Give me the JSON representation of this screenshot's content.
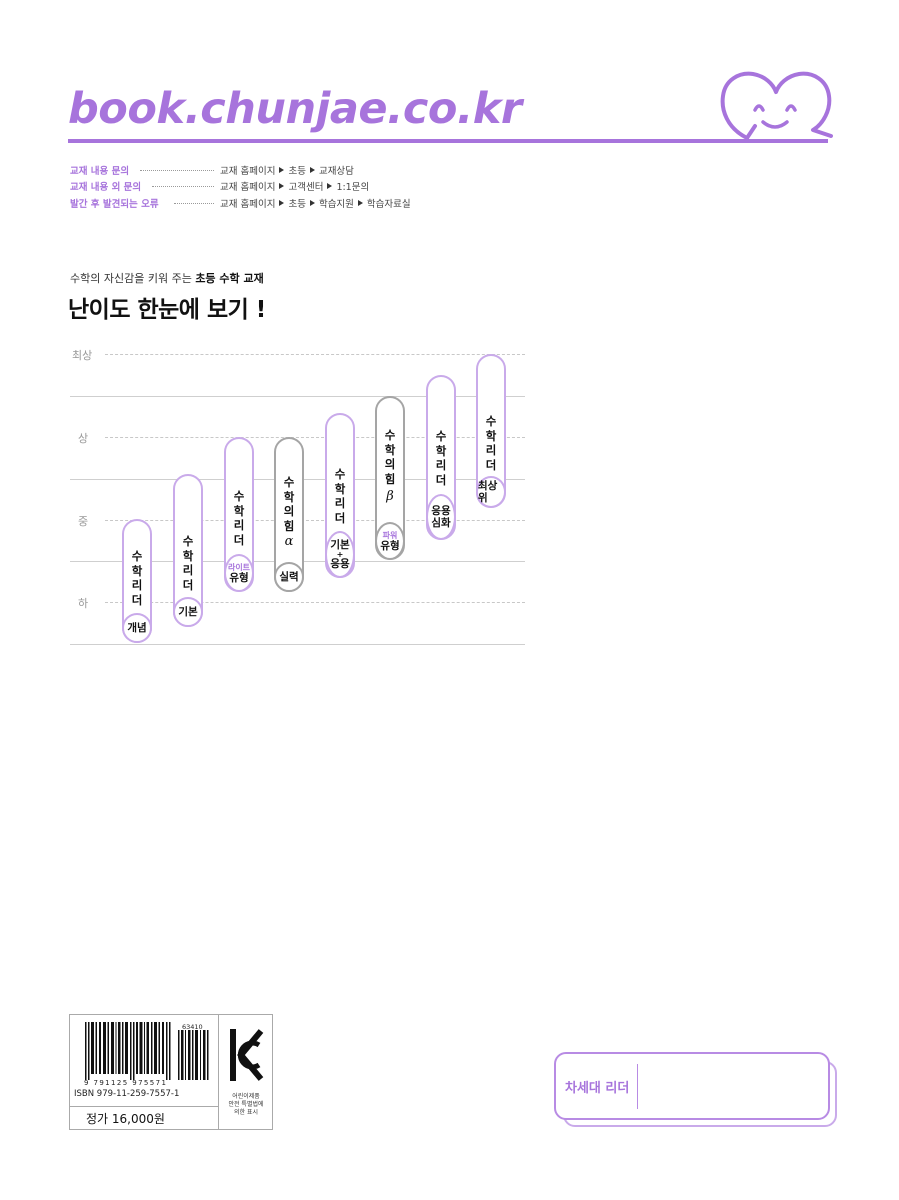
{
  "header": {
    "site_url": "book.chunjae.co.kr"
  },
  "contacts": [
    {
      "label": "교재 내용 문의",
      "path": [
        "교재 홈페이지",
        "초등",
        "교재상담"
      ]
    },
    {
      "label": "교재 내용 외 문의",
      "path": [
        "교재 홈페이지",
        "고객센터",
        "1:1문의"
      ]
    },
    {
      "label": "발간 후 발견되는 오류",
      "path": [
        "교재 홈페이지",
        "초등",
        "학습지원",
        "학습자료실"
      ]
    }
  ],
  "intro": {
    "subtitle_plain": "수학의 자신감을 키워 주는 ",
    "subtitle_bold": "초등 수학 교재",
    "title": "난이도 한눈에 보기 !"
  },
  "difficulty_chart": {
    "levels": [
      "최상",
      "상",
      "중",
      "하"
    ],
    "books": [
      {
        "name": "수\n학\n리\n더",
        "greek": "",
        "cap_small": "",
        "cap_main": "개념",
        "cap_extra": "",
        "border": "#c9aaea"
      },
      {
        "name": "수\n학\n리\n더",
        "greek": "",
        "cap_small": "",
        "cap_main": "기본",
        "cap_extra": "",
        "border": "#c9aaea"
      },
      {
        "name": "수\n학\n리\n더",
        "greek": "",
        "cap_small": "라이트",
        "cap_main": "유형",
        "cap_extra": "",
        "border": "#c9aaea"
      },
      {
        "name": "수\n학\n의\n힘",
        "greek": "α",
        "cap_small": "",
        "cap_main": "실력",
        "cap_extra": "",
        "border": "#a5a5a5"
      },
      {
        "name": "수\n학\n리\n더",
        "greek": "",
        "cap_small": "",
        "cap_main": "기본",
        "cap_plus": "+",
        "cap_extra": "응용",
        "border": "#c9aaea"
      },
      {
        "name": "수\n학\n의\n힘",
        "greek": "β",
        "cap_small": "파워",
        "cap_main": "유형",
        "cap_extra": "",
        "border": "#a5a5a5"
      },
      {
        "name": "수\n학\n리\n더",
        "greek": "",
        "cap_small": "",
        "cap_main": "응용",
        "cap_extra": "심화",
        "border": "#c9aaea"
      },
      {
        "name": "수\n학\n리\n더",
        "greek": "",
        "cap_small": "",
        "cap_main": "최상위",
        "cap_extra": "",
        "border": "#c9aaea"
      }
    ]
  },
  "barcode": {
    "isbn": "ISBN 979-11-259-7557-1",
    "digits": "9 791125 975571",
    "addon": "63410",
    "price": "정가 16,000원",
    "kc_notice": "어린이제품\n안전 특별법에\n의한 표시"
  },
  "series": {
    "label": "차세대 리더"
  },
  "colors": {
    "accent": "#a774dc",
    "pill_border": "#c9aaea",
    "pill_gray": "#a5a5a5"
  }
}
